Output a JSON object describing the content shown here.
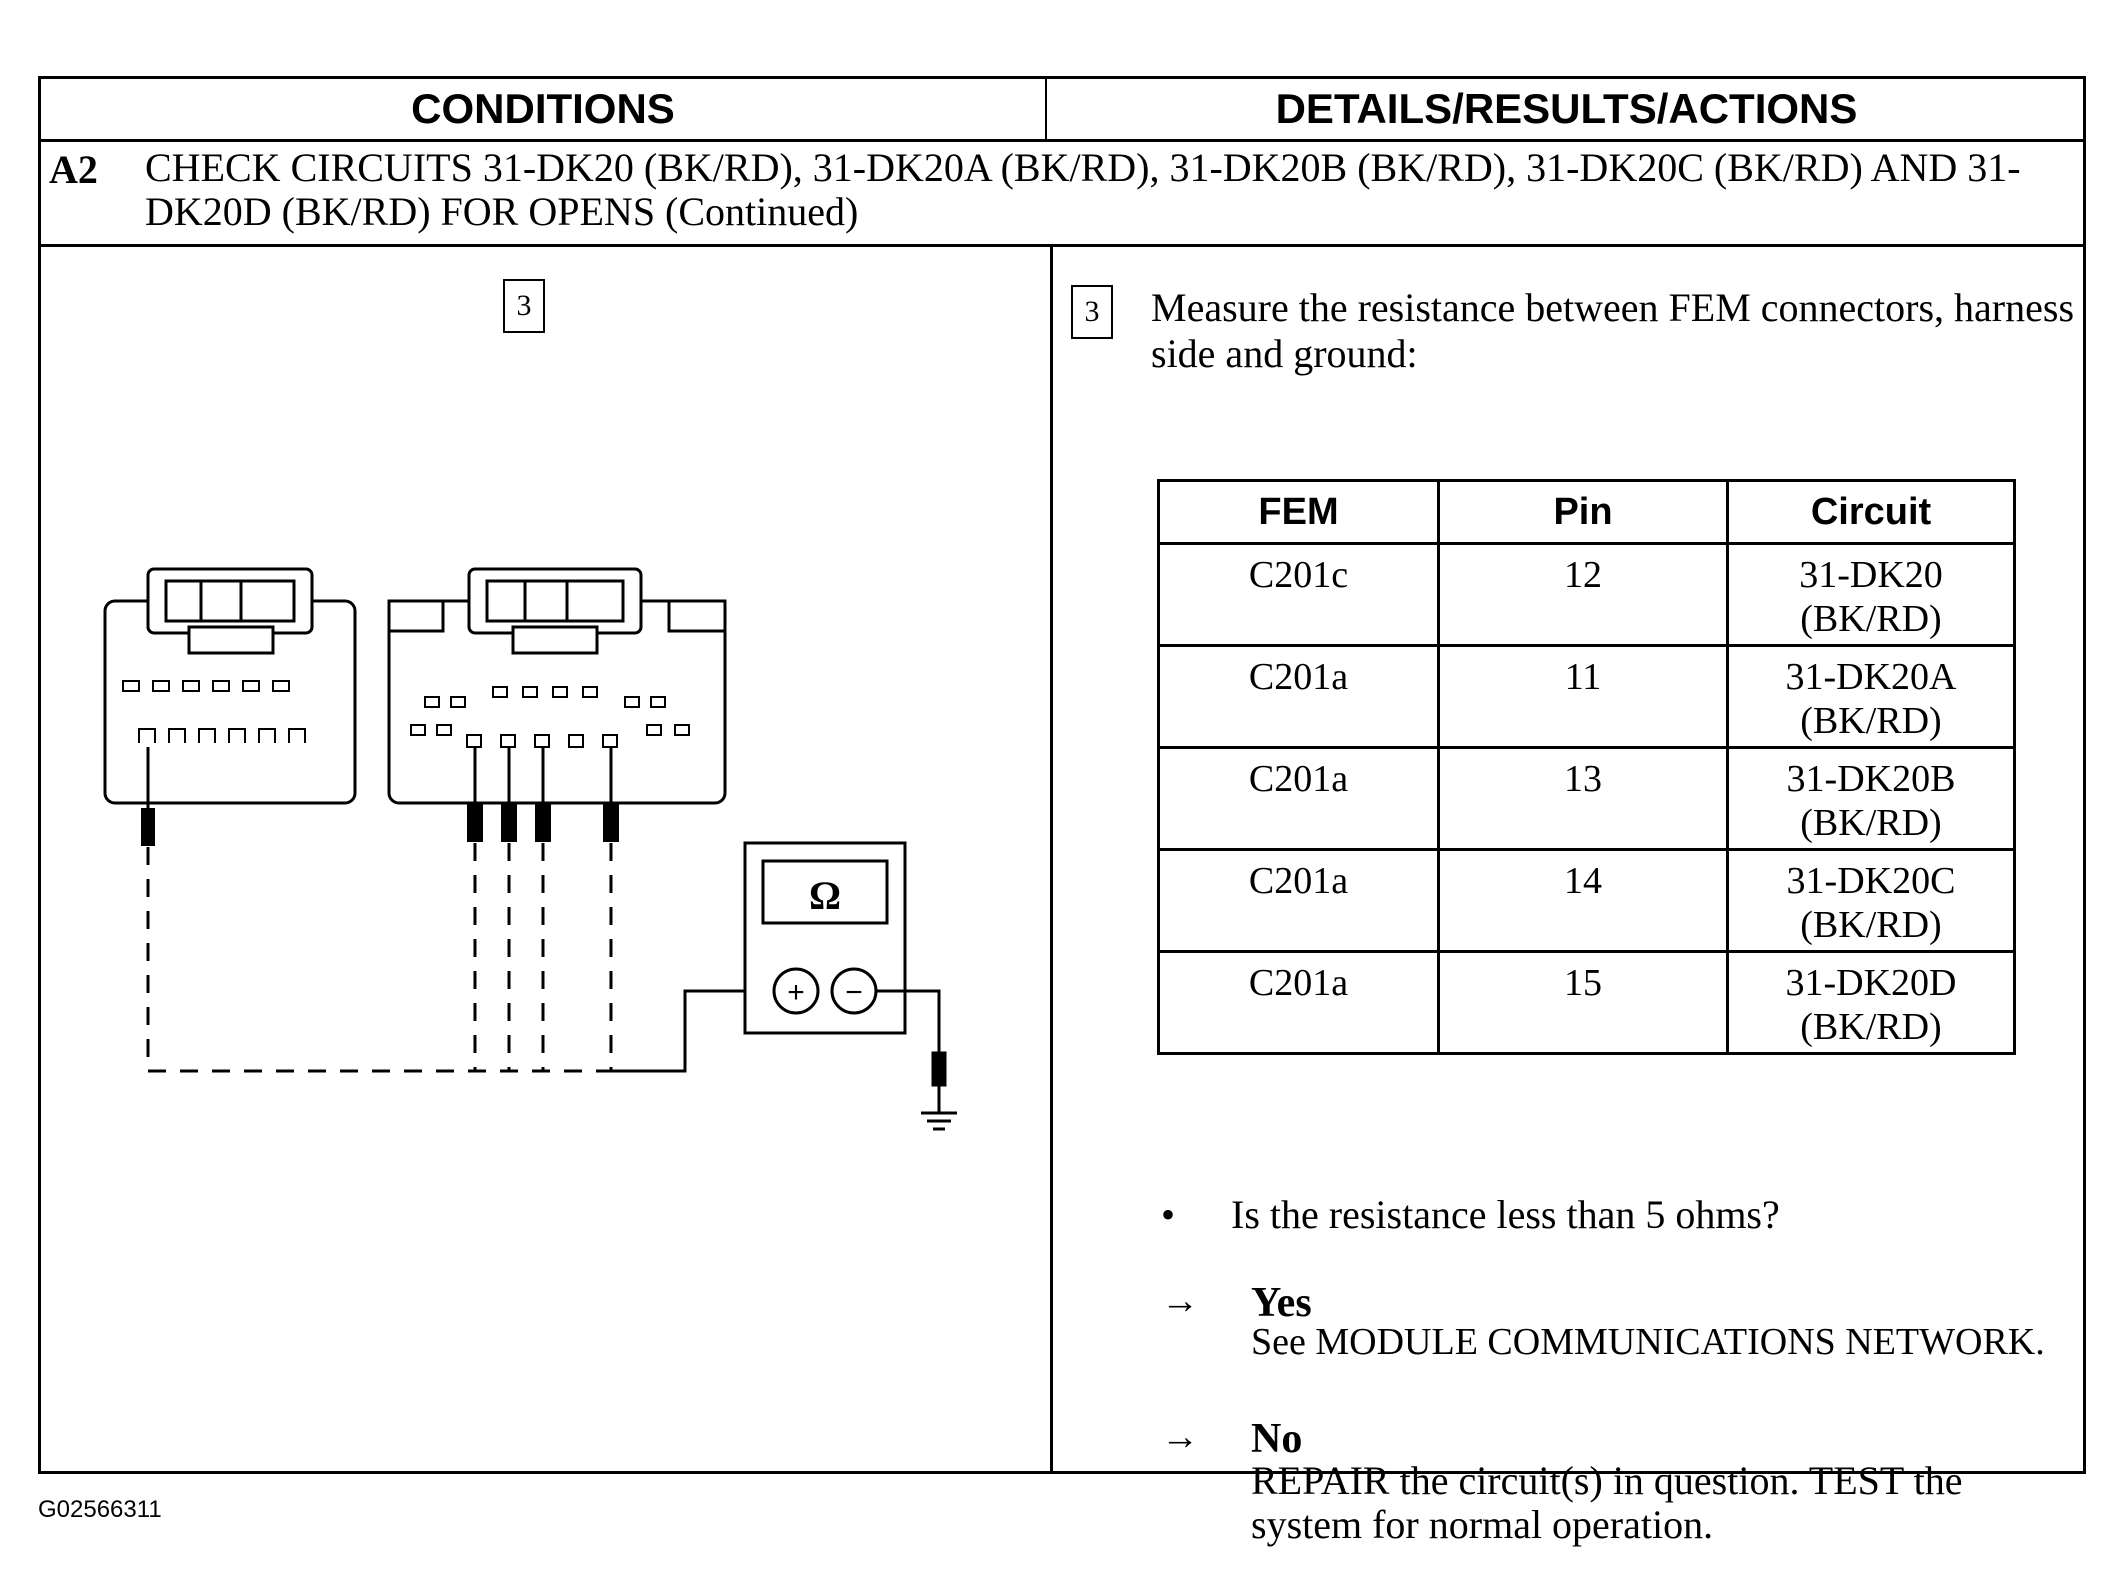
{
  "header": {
    "left": "CONDITIONS",
    "right": "DETAILS/RESULTS/ACTIONS"
  },
  "step": {
    "id": "A2",
    "title": "CHECK CIRCUITS 31-DK20 (BK/RD), 31-DK20A (BK/RD), 31-DK20B (BK/RD), 31-DK20C (BK/RD) AND 31-DK20D (BK/RD) FOR OPENS (Continued)"
  },
  "diagram": {
    "step_number": "3",
    "meter_symbol": "Ω",
    "plus": "+",
    "minus": "−"
  },
  "details": {
    "step_number": "3",
    "instruction": "Measure the resistance between FEM connectors, harness side and ground:",
    "table": {
      "headers": [
        "FEM",
        "Pin",
        "Circuit"
      ],
      "rows": [
        {
          "fem": "C201c",
          "pin": "12",
          "circuit": "31-DK20",
          "color": "(BK/RD)"
        },
        {
          "fem": "C201a",
          "pin": "11",
          "circuit": "31-DK20A",
          "color": "(BK/RD)"
        },
        {
          "fem": "C201a",
          "pin": "13",
          "circuit": "31-DK20B",
          "color": "(BK/RD)"
        },
        {
          "fem": "C201a",
          "pin": "14",
          "circuit": "31-DK20C",
          "color": "(BK/RD)"
        },
        {
          "fem": "C201a",
          "pin": "15",
          "circuit": "31-DK20D",
          "color": "(BK/RD)"
        }
      ]
    },
    "bullet": "•",
    "question": "Is the resistance less than 5 ohms?",
    "arrow": "→",
    "yes": {
      "label": "Yes",
      "text": "See MODULE COMMUNICATIONS NETWORK."
    },
    "no": {
      "label": "No",
      "text": "REPAIR the circuit(s) in question. TEST the system for normal operation."
    }
  },
  "footer": {
    "figure_id": "G02566311"
  }
}
